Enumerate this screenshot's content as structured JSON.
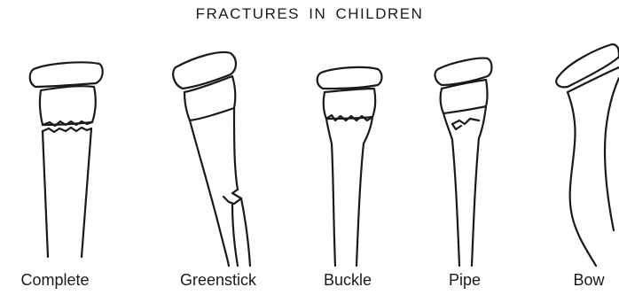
{
  "title": "FRACTURES IN CHILDREN",
  "figures": [
    {
      "name": "complete",
      "label": "Complete"
    },
    {
      "name": "greenstick",
      "label": "Greenstick"
    },
    {
      "name": "buckle",
      "label": "Buckle"
    },
    {
      "name": "pipe",
      "label": "Pipe"
    },
    {
      "name": "bow",
      "label": "Bow"
    }
  ],
  "colors": {
    "ink": "#1a1a1a",
    "background": "#ffffff"
  }
}
